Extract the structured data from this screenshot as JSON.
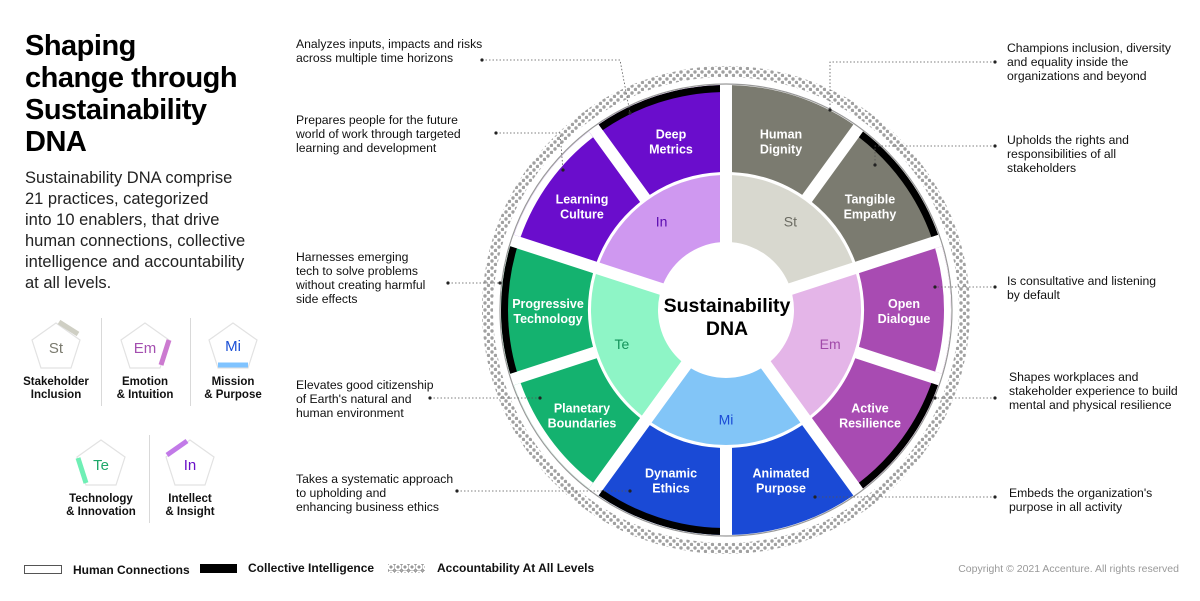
{
  "title_lines": [
    "Shaping",
    "change through",
    "Sustainability",
    "DNA"
  ],
  "intro_lines": [
    "Sustainability DNA comprise",
    "21 practices, categorized",
    "into 10 enablers, that drive",
    "human connections, collective",
    "intelligence and accountability",
    "at all levels."
  ],
  "key": [
    {
      "abbr": "St",
      "line1": "Stakeholder",
      "line2": "Inclusion",
      "fill": "#cfcfcf",
      "color": "#7a7a6e"
    },
    {
      "abbr": "Em",
      "line1": "Emotion",
      "line2": "& Intuition",
      "fill": "#cc7ad0",
      "color": "#a44fb0"
    },
    {
      "abbr": "Mi",
      "line1": "Mission",
      "line2": "& Purpose",
      "fill": "#7fc3ff",
      "color": "#1a4fd6"
    },
    {
      "abbr": "Te",
      "line1": "Technology",
      "line2": "& Innovation",
      "fill": "#6fefb5",
      "color": "#1ea86a"
    },
    {
      "abbr": "In",
      "line1": "Intellect",
      "line2": "& Insight",
      "fill": "#c27ae8",
      "color": "#6a10c8"
    }
  ],
  "center": {
    "line1": "Sustainability",
    "line2": "DNA"
  },
  "groups": [
    {
      "abbr": "St",
      "inner": "#d8d8cf",
      "outer": "#7b7b70",
      "abbr_color": "#6b6b62",
      "segments": [
        {
          "line1": "Human",
          "line2": "Dignity",
          "stripe": "none"
        },
        {
          "line1": "Tangible",
          "line2": "Empathy",
          "stripe": "black"
        }
      ]
    },
    {
      "abbr": "Em",
      "inner": "#e4b5e8",
      "outer": "#a84bb2",
      "abbr_color": "#a14aa9",
      "segments": [
        {
          "line1": "Open",
          "line2": "Dialogue",
          "stripe": "white"
        },
        {
          "line1": "Active",
          "line2": "Resilience",
          "stripe": "black"
        }
      ]
    },
    {
      "abbr": "Mi",
      "inner": "#82c5f7",
      "outer": "#1a4ad6",
      "abbr_color": "#1a4ad6",
      "segments": [
        {
          "line1": "Animated",
          "line2": "Purpose",
          "stripe": "none"
        },
        {
          "line1": "Dynamic",
          "line2": "Ethics",
          "stripe": "black"
        }
      ]
    },
    {
      "abbr": "Te",
      "inner": "#8ef5c6",
      "outer": "#14b26f",
      "abbr_color": "#13935a",
      "segments": [
        {
          "line1": "Planetary",
          "line2": "Boundaries",
          "stripe": "white"
        },
        {
          "line1": "Progressive",
          "line2": "Technology",
          "stripe": "black"
        }
      ]
    },
    {
      "abbr": "In",
      "inner": "#cf98f0",
      "outer": "#6a0dcc",
      "abbr_color": "#5a0bb0",
      "segments": [
        {
          "line1": "Learning",
          "line2": "Culture",
          "stripe": "white"
        },
        {
          "line1": "Deep",
          "line2": "Metrics",
          "stripe": "black"
        }
      ]
    }
  ],
  "annotations_left": [
    {
      "lines": [
        "Analyzes inputs, impacts and risks",
        "across multiple time horizons"
      ]
    },
    {
      "lines": [
        "Prepares people for the future",
        "world of work through targeted",
        "learning and development"
      ]
    },
    {
      "lines": [
        "Harnesses emerging",
        "tech to solve problems",
        "without creating harmful",
        "side effects"
      ]
    },
    {
      "lines": [
        "Elevates good citizenship",
        "of Earth's natural and",
        "human environment"
      ]
    },
    {
      "lines": [
        "Takes a systematic approach",
        "to upholding and",
        "enhancing business ethics"
      ]
    }
  ],
  "annotations_right": [
    {
      "lines": [
        "Champions inclusion, diversity",
        "and equality inside the",
        "organizations and beyond"
      ]
    },
    {
      "lines": [
        "Upholds the rights and",
        "responsibilities of all",
        "stakeholders"
      ]
    },
    {
      "lines": [
        "Is consultative and listening",
        "by default"
      ]
    },
    {
      "lines": [
        "Shapes workplaces and",
        "stakeholder experience to build",
        "mental and physical resilience"
      ]
    },
    {
      "lines": [
        "Embeds the organization's",
        "purpose in all activity"
      ]
    }
  ],
  "legend": [
    "Human Connections",
    "Collective Intelligence",
    "Accountability At All Levels"
  ],
  "copyright": "Copyright © 2021 Accenture. All rights reserved"
}
